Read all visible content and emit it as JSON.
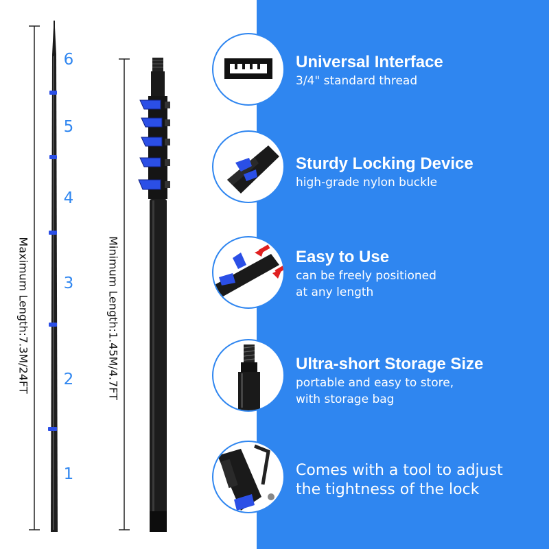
{
  "dimensions": {
    "max_length": "Maximum Length:7.3M/24FT",
    "min_length": "Minimum Length:1.45M/4.7FT"
  },
  "sections": [
    "6",
    "5",
    "4",
    "3",
    "2",
    "1"
  ],
  "features": [
    {
      "title": "Universal Interface",
      "desc": [
        "3/4\" standard thread"
      ],
      "icon": "thread-icon"
    },
    {
      "title": "Sturdy Locking Device",
      "desc": [
        "high-grade nylon buckle"
      ],
      "icon": "lock-clamp-icon"
    },
    {
      "title": "Easy to Use",
      "desc": [
        "can be freely positioned",
        "at any length"
      ],
      "icon": "press-arrows-icon"
    },
    {
      "title": "Ultra-short Storage Size",
      "desc": [
        "portable and easy to store,",
        "with storage bag"
      ],
      "icon": "threaded-tip-icon"
    },
    {
      "text": [
        "Comes with a tool to adjust",
        "the tightness of the lock"
      ],
      "icon": "hex-key-icon"
    }
  ],
  "colors": {
    "accent": "#2f86f0",
    "clamp": "#2b4fe6",
    "pole": "#1a1a1a",
    "text_dark": "#111111",
    "text_light": "#ffffff"
  }
}
